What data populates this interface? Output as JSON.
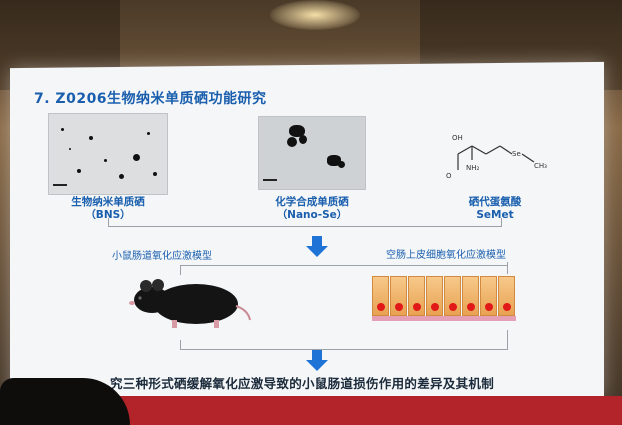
{
  "slide": {
    "title": "7. Z0206生物纳米单质硒功能研究",
    "items": [
      {
        "label": "生物纳米单质硒",
        "abbr": "（BNS）"
      },
      {
        "label": "化学合成单质硒",
        "abbr": "（Nano-Se）"
      },
      {
        "label": "硒代蛋氨酸",
        "abbr": "SeMet"
      }
    ],
    "molecule": {
      "oh": "OH",
      "o": "O",
      "nh2": "NH₂",
      "se": "Se",
      "ch3": "CH₃"
    },
    "models": {
      "mouse": "小鼠肠道氧化应激模型",
      "cell": "空肠上皮细胞氧化应激模型"
    },
    "conclusion": "究三种形式硒缓解氧化应激导致的小鼠肠道损伤作用的差异及其机制"
  },
  "colors": {
    "accent": "#1a5fae",
    "arrow": "#1f73d6",
    "stage": "#b3232a"
  }
}
